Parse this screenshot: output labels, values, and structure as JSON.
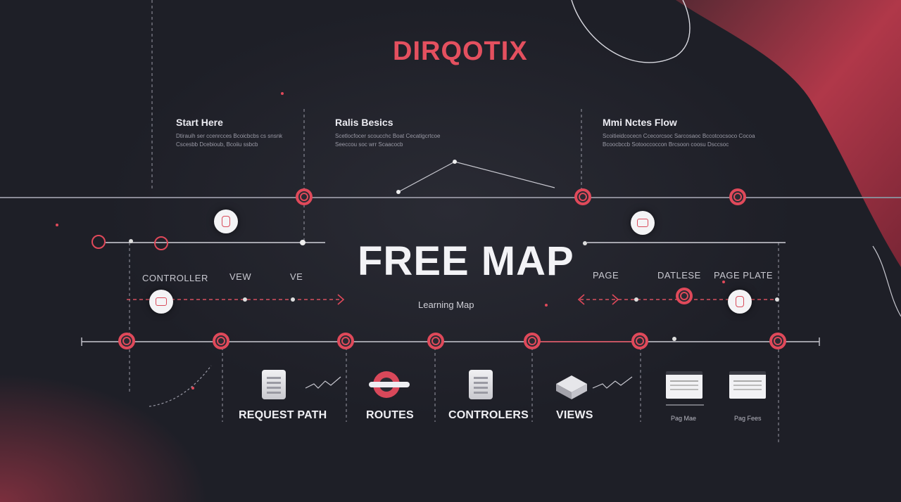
{
  "brand": "DIRQOTIX",
  "sections": [
    {
      "title": "Start Here",
      "desc": "Dtirauih ser ccenrcces Bcoicbcbs cs snsnk Cscesbb Dcebioub, Bcoiiu ssbcb"
    },
    {
      "title": "Ralis Besics",
      "desc": "Scetlocfocer scoucchc Boat Cecatigcrtcoe Seeccou soc wrr Scaacocb"
    },
    {
      "title": "Mmi Nctes Flow",
      "desc": "Scoitieidcocecn Ccecorcsoc Sarcosaoc Bccotcocsoco Cocoa Bcoocbccb Sotooccoccon Brcsoon coosu Dsccsoc"
    }
  ],
  "hero": {
    "title": "FREE MAP",
    "subtitle": "Learning Map"
  },
  "left_labels": [
    "CONTROLLER",
    "VEW",
    "VE"
  ],
  "right_labels": [
    "PAGE",
    "DATLESE",
    "PAGE PLATE"
  ],
  "captions": [
    "REQUEST PATH",
    "ROUTES",
    "CONTROLERS",
    "VIEWS"
  ],
  "small_captions": [
    "Pag Mae",
    "Pag Fees"
  ],
  "colors": {
    "accent": "#e4505f",
    "background": "#1f2028",
    "line": "#c8c8d0"
  },
  "icons": [
    "document-icon",
    "gear-node-icon",
    "cube-icon",
    "window-icon",
    "chat-bubble-icon"
  ]
}
